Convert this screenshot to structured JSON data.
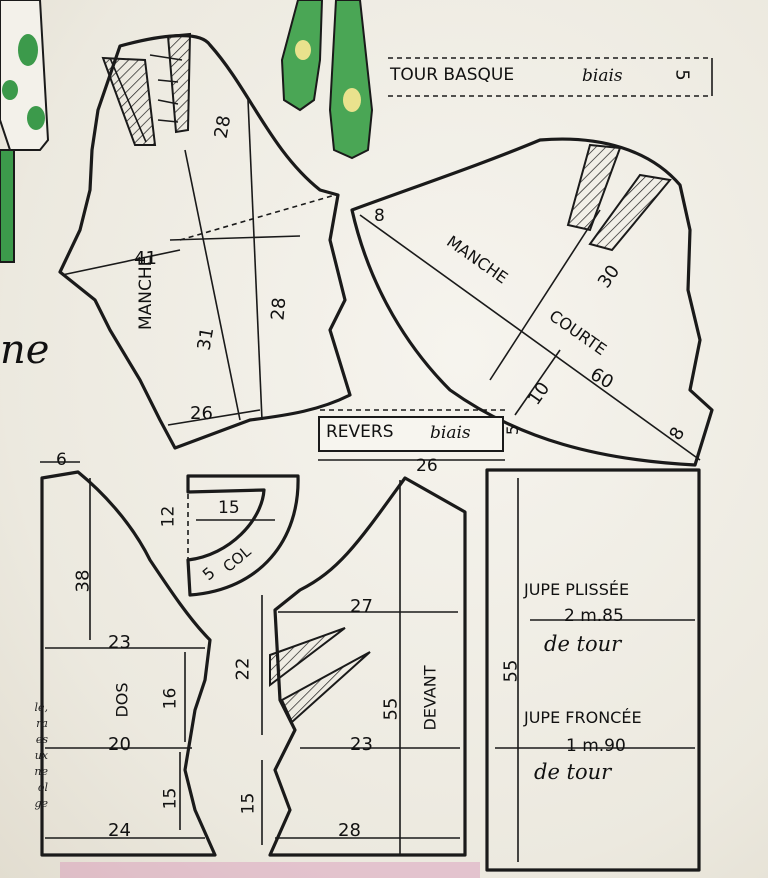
{
  "figure": "sewing pattern pieces",
  "pieces": {
    "tour_basque": {
      "title": "TOUR BASQUE",
      "note": "biais",
      "width": "5"
    },
    "manche": {
      "title": "MANCHE",
      "dims": {
        "top": "28",
        "width": "41",
        "height": "31",
        "side": "28",
        "bottom": "26"
      }
    },
    "manche_courte": {
      "title_a": "MANCHE",
      "title_b": "COURTE",
      "dims": {
        "corner_top": "8",
        "height": "30",
        "width": "60",
        "lower": "10",
        "corner_bottom": "8"
      }
    },
    "revers": {
      "title": "REVERS",
      "note": "biais",
      "width": "5",
      "length": "26"
    },
    "col": {
      "title": "COL",
      "dims": {
        "depth": "12",
        "width": "15",
        "band": "5"
      }
    },
    "dos": {
      "title": "DOS",
      "dims": {
        "shoulder": "6",
        "height": "38",
        "bust": "23",
        "side": "16",
        "waist": "20",
        "lower": "15",
        "bottom": "24"
      }
    },
    "devant": {
      "title": "DEVANT",
      "dims": {
        "bust": "27",
        "dart_zone": "22",
        "length": "55",
        "waist": "23",
        "lower": "15",
        "bottom": "28"
      }
    },
    "jupe": {
      "height": "55",
      "plissee": {
        "title": "JUPE PLISSÉE",
        "amount": "2 m.85",
        "note": "de tour"
      },
      "froncee": {
        "title": "JUPE FRONCÉE",
        "amount": "1 m.90",
        "note": "de tour"
      }
    }
  },
  "margin_text": [
    "le,",
    "ra",
    "es",
    "ux",
    "ne",
    "ol",
    "ge"
  ],
  "edge_letter": "ne",
  "colors": {
    "ink": "#1a1a1a",
    "paper": "#efece3",
    "illustration_green": "#3c9a4b"
  }
}
